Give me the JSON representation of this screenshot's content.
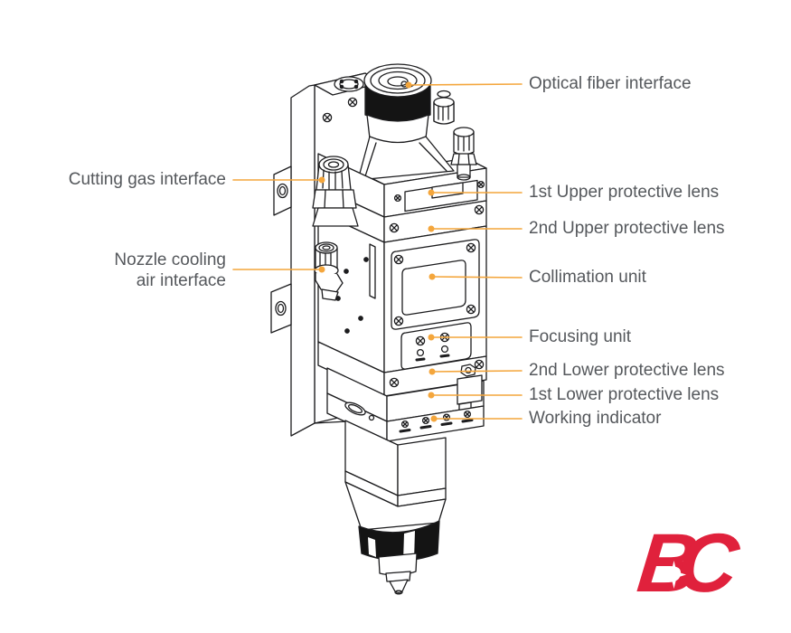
{
  "page": {
    "background": "#ffffff"
  },
  "colors": {
    "leader_line": "#f4a63c",
    "label_text": "#55585c",
    "drawing_line": "#1c1c1e",
    "logo_red": "#e0213c"
  },
  "diagram": {
    "subject": "laser cutting head part callout diagram",
    "labels_right": [
      {
        "text": "Optical fiber interface"
      },
      {
        "text": "1st Upper protective lens"
      },
      {
        "text": "2nd Upper protective lens"
      },
      {
        "text": "Collimation unit"
      },
      {
        "text": "Focusing unit"
      },
      {
        "text": "2nd Lower protective lens"
      },
      {
        "text": "1st Lower protective lens"
      },
      {
        "text": "Working indicator"
      }
    ],
    "labels_left": [
      {
        "text": "Cutting gas interface"
      },
      {
        "text": "Nozzle cooling air interface"
      }
    ]
  },
  "logo": {
    "letter_b": "B",
    "letter_c": "C"
  }
}
